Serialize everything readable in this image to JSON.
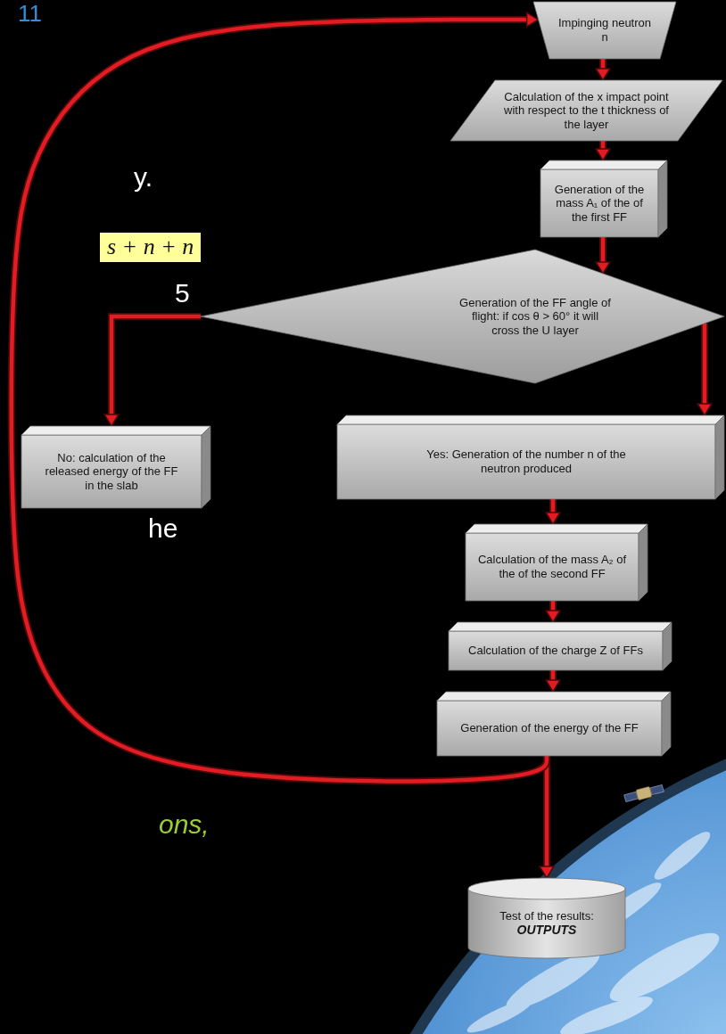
{
  "diagram": {
    "nodes": [
      {
        "text": [
          "Impinging neutron n"
        ]
      },
      {
        "text": [
          "Calculation of the x impact point with respect to the t thickness of the layer"
        ]
      },
      {
        "text": [
          "Generation of the mass A₁ of the of the first FF"
        ]
      },
      {
        "text": [
          "Generation of the FF angle of flight: if cos θ > 60° it will cross the U layer"
        ]
      },
      {
        "text": [
          "No: calculation of the released energy of the FF in the slab"
        ]
      },
      {
        "text": [
          "Yes: Generation of the number n of the neutron produced"
        ]
      },
      {
        "text": [
          "Calculation of the mass A₂ of the of the second FF"
        ]
      },
      {
        "text": [
          "Calculation of the charge Z of FFs"
        ]
      },
      {
        "text": [
          "Generation of the energy of the FF"
        ]
      },
      {
        "text": [
          "Test of the results:",
          "OUTPUTS"
        ]
      }
    ],
    "edges": [
      {
        "from": 0,
        "to": 1,
        "arrow": "to"
      },
      {
        "from": 1,
        "to": 2,
        "arrow": "to"
      },
      {
        "from": 2,
        "to": 3,
        "arrow": "to"
      },
      {
        "from": 3,
        "to": 4,
        "arrow": "to"
      },
      {
        "from": 3,
        "to": 5,
        "arrow": "to"
      },
      {
        "from": 5,
        "to": 6,
        "arrow": "to"
      },
      {
        "from": 6,
        "to": 7,
        "arrow": "to"
      },
      {
        "from": 7,
        "to": 8,
        "arrow": "to"
      },
      {
        "from": 8,
        "to": 9,
        "arrow": "to"
      },
      {
        "from": 8,
        "to": 0,
        "arrow": "to"
      }
    ],
    "labels": [
      "11",
      "y.",
      "s + n + n",
      "5",
      "he",
      "ons,"
    ]
  }
}
